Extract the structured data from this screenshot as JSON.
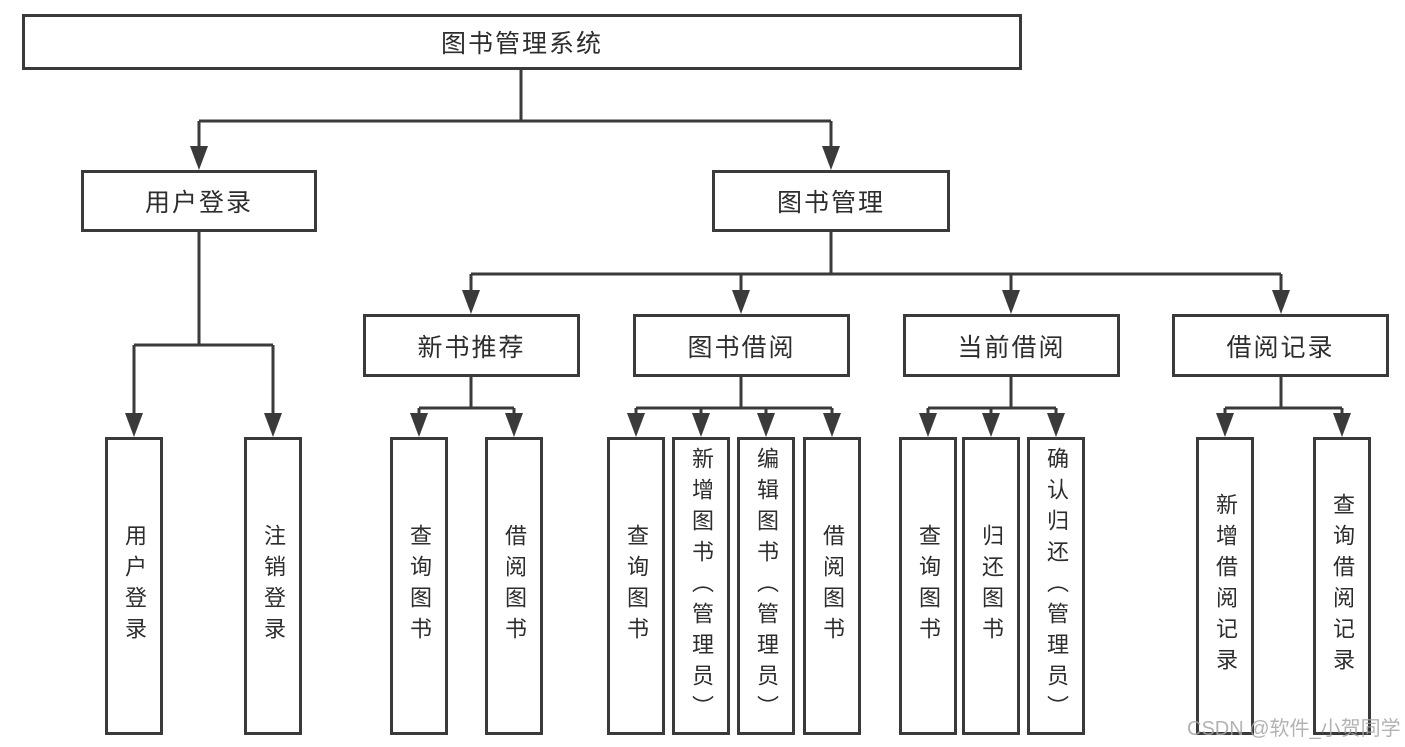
{
  "nodes": {
    "root": "图书管理系统",
    "user_login": "用户登录",
    "book_management": "图书管理",
    "new_book_recommend": "新书推荐",
    "book_borrowing": "图书借阅",
    "current_borrowing": "当前借阅",
    "borrowing_records": "借阅记录",
    "leaves": {
      "user_login": "用户登录",
      "logout": "注销登录",
      "nbr_query_books": "查询图书",
      "nbr_borrow_books": "借阅图书",
      "bb_query_books": "查询图书",
      "bb_add_books": "新增图书（管理员）",
      "bb_edit_books": "编辑图书（管理员）",
      "bb_borrow_books": "借阅图书",
      "cb_query_books": "查询图书",
      "cb_return_books": "归还图书",
      "cb_confirm_return": "确认归还（管理员）",
      "br_add_record": "新增借阅记录",
      "br_query_record": "查询借阅记录"
    }
  },
  "watermark": "CSDN @软件_小贺同学",
  "colors": {
    "line": "#3a3a3a",
    "text": "#2d2d2d",
    "background": "#ffffff",
    "watermark": "#a6a6a6"
  }
}
